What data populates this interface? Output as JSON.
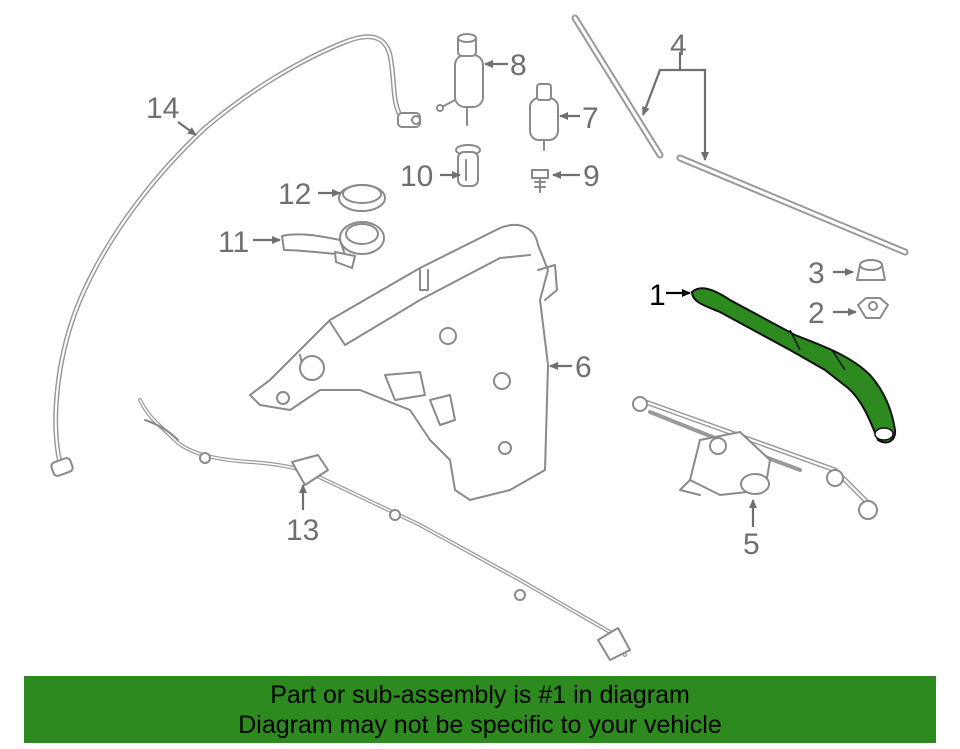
{
  "diagram": {
    "callouts": {
      "c1": "1",
      "c2": "2",
      "c3": "3",
      "c4": "4",
      "c5": "5",
      "c6": "6",
      "c7": "7",
      "c8": "8",
      "c9": "9",
      "c10": "10",
      "c11": "11",
      "c12": "12",
      "c13": "13",
      "c14": "14"
    },
    "highlighted_part": "1",
    "colors": {
      "highlight_fill": "#2c8a1e",
      "line": "#8a8a8a",
      "label": "#6f6f6f",
      "banner_bg": "#2c8a1e"
    }
  },
  "banner": {
    "line1": "Part or sub-assembly is #1 in diagram",
    "line2": "Diagram may not be specific to your vehicle"
  }
}
